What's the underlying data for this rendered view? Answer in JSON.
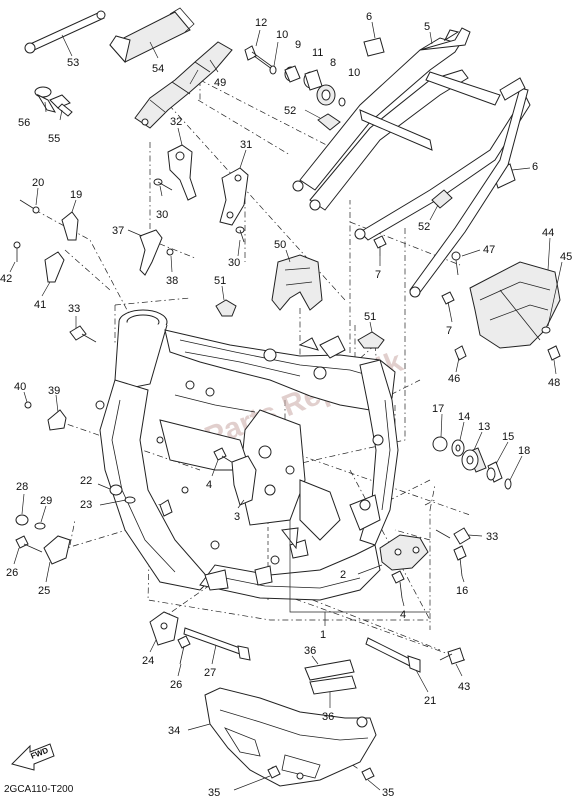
{
  "diagram": {
    "callouts": [
      {
        "id": "53",
        "label": "53"
      },
      {
        "id": "54",
        "label": "54"
      },
      {
        "id": "12",
        "label": "12"
      },
      {
        "id": "10a",
        "label": "10"
      },
      {
        "id": "9",
        "label": "9"
      },
      {
        "id": "11",
        "label": "11"
      },
      {
        "id": "8",
        "label": "8"
      },
      {
        "id": "10b",
        "label": "10"
      },
      {
        "id": "6a",
        "label": "6"
      },
      {
        "id": "5",
        "label": "5"
      },
      {
        "id": "49",
        "label": "49"
      },
      {
        "id": "56",
        "label": "56"
      },
      {
        "id": "55",
        "label": "55"
      },
      {
        "id": "52a",
        "label": "52"
      },
      {
        "id": "32",
        "label": "32"
      },
      {
        "id": "31",
        "label": "31"
      },
      {
        "id": "30a",
        "label": "30"
      },
      {
        "id": "30b",
        "label": "30"
      },
      {
        "id": "6b",
        "label": "6"
      },
      {
        "id": "52b",
        "label": "52"
      },
      {
        "id": "20",
        "label": "20"
      },
      {
        "id": "19",
        "label": "19"
      },
      {
        "id": "37",
        "label": "37"
      },
      {
        "id": "38",
        "label": "38"
      },
      {
        "id": "50",
        "label": "50"
      },
      {
        "id": "47",
        "label": "47"
      },
      {
        "id": "44",
        "label": "44"
      },
      {
        "id": "45",
        "label": "45"
      },
      {
        "id": "7a",
        "label": "7"
      },
      {
        "id": "42",
        "label": "42"
      },
      {
        "id": "41",
        "label": "41"
      },
      {
        "id": "33a",
        "label": "33"
      },
      {
        "id": "51a",
        "label": "51"
      },
      {
        "id": "51b",
        "label": "51"
      },
      {
        "id": "7b",
        "label": "7"
      },
      {
        "id": "46",
        "label": "46"
      },
      {
        "id": "48",
        "label": "48"
      },
      {
        "id": "40",
        "label": "40"
      },
      {
        "id": "39",
        "label": "39"
      },
      {
        "id": "17",
        "label": "17"
      },
      {
        "id": "14",
        "label": "14"
      },
      {
        "id": "13",
        "label": "13"
      },
      {
        "id": "15",
        "label": "15"
      },
      {
        "id": "18",
        "label": "18"
      },
      {
        "id": "4a",
        "label": "4"
      },
      {
        "id": "22",
        "label": "22"
      },
      {
        "id": "28",
        "label": "28"
      },
      {
        "id": "23",
        "label": "23"
      },
      {
        "id": "29",
        "label": "29"
      },
      {
        "id": "3",
        "label": "3"
      },
      {
        "id": "33b",
        "label": "33"
      },
      {
        "id": "26a",
        "label": "26"
      },
      {
        "id": "25",
        "label": "25"
      },
      {
        "id": "2",
        "label": "2"
      },
      {
        "id": "16",
        "label": "16"
      },
      {
        "id": "4b",
        "label": "4"
      },
      {
        "id": "1",
        "label": "1"
      },
      {
        "id": "24",
        "label": "24"
      },
      {
        "id": "27",
        "label": "27"
      },
      {
        "id": "26b",
        "label": "26"
      },
      {
        "id": "36a",
        "label": "36"
      },
      {
        "id": "21",
        "label": "21"
      },
      {
        "id": "43",
        "label": "43"
      },
      {
        "id": "36b",
        "label": "36"
      },
      {
        "id": "34",
        "label": "34"
      },
      {
        "id": "35a",
        "label": "35"
      },
      {
        "id": "35b",
        "label": "35"
      }
    ],
    "fwd_label": "FWD",
    "drawing_code": "2GCA110-T200",
    "watermark": "Parts Republik"
  }
}
